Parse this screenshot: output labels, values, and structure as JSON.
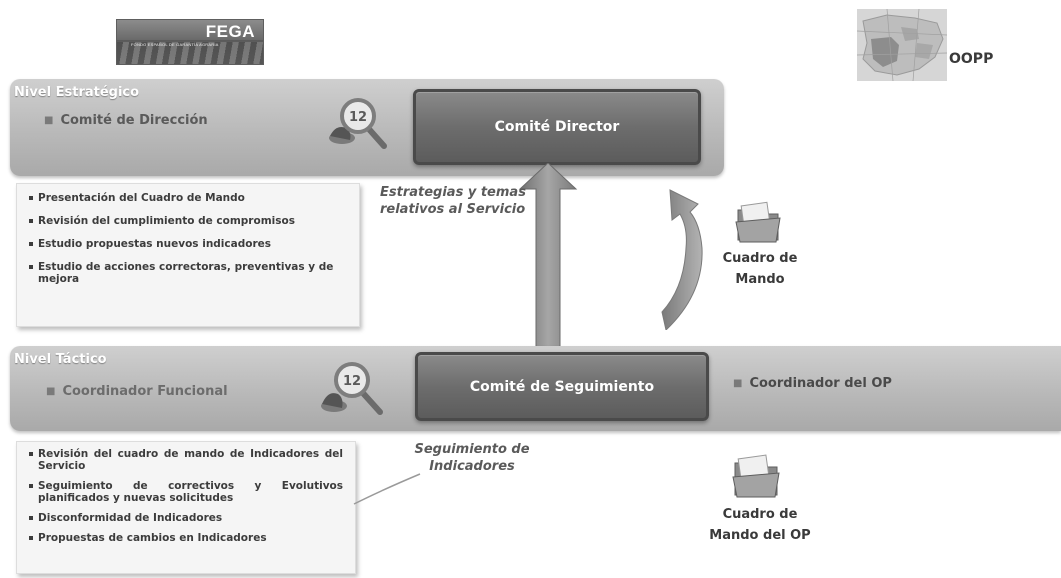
{
  "logo": {
    "name": "FEGA",
    "tagline": "FONDO ESPAÑOL DE GARANTÍA AGRARIA"
  },
  "map": {
    "label": "OOPP"
  },
  "strategic": {
    "title": "Nivel Estratégico",
    "member": "Comité de Dirección",
    "box": "Comité Director",
    "items": [
      "Presentación del Cuadro de Mando",
      "Revisión del cumplimiento de compromisos",
      "Estudio propuestas nuevos indicadores",
      "Estudio de acciones correctoras, preventivas y de mejora"
    ],
    "annotation_line1": "Estrategias y temas",
    "annotation_line2": "relativos al Servicio"
  },
  "cuadro_mando": {
    "line1": "Cuadro de",
    "line2": "Mando"
  },
  "tactic": {
    "title": "Nivel Táctico",
    "member": "Coordinador Funcional",
    "box": "Comité de Seguimiento",
    "right_member": "Coordinador del OP",
    "items": [
      "Revisión del cuadro de mando de Indicadores del Servicio",
      "Seguimiento de correctivos y Evolutivos planificados y nuevas solicitudes",
      "Disconformidad de Indicadores",
      "Propuestas de cambios en Indicadores"
    ],
    "annotation_line1": "Seguimiento de",
    "annotation_line2": "Indicadores"
  },
  "cuadro_mando_op": {
    "line1": "Cuadro de",
    "line2": "Mando del OP"
  },
  "icons": {
    "magnifier_number": "12",
    "folder": "folder-icon",
    "curved_arrow": "curved-arrow-icon",
    "up_arrow": "up-arrow-icon"
  },
  "colors": {
    "band": "#b9b9b9",
    "box": "#6d6d6d",
    "box_border": "#4a4a4a",
    "arrow": "#8e8e8e",
    "list_bg": "#f5f5f5"
  }
}
